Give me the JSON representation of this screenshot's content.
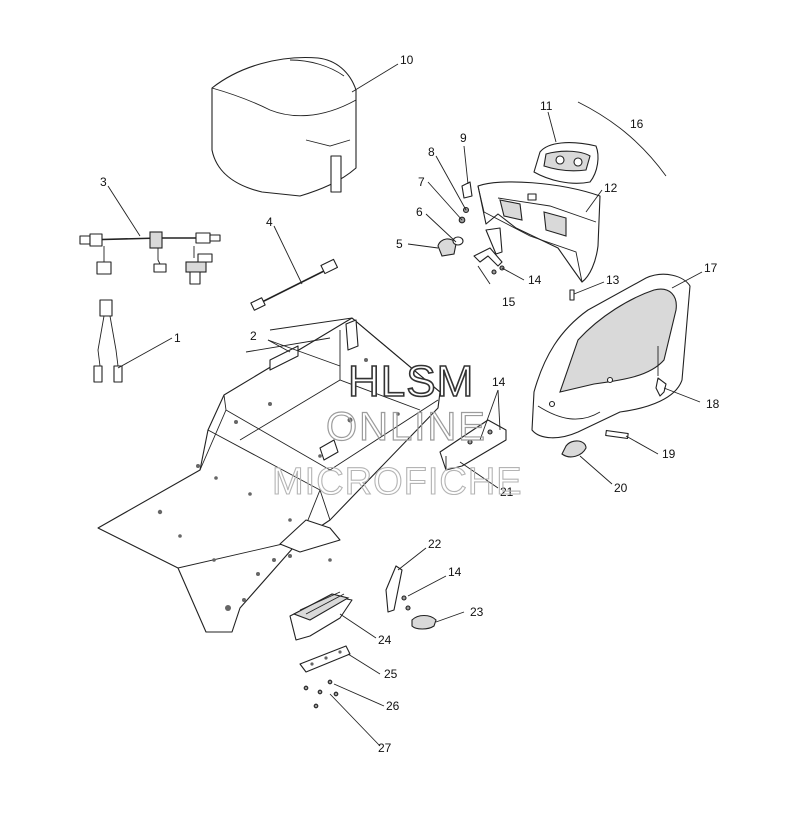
{
  "diagram": {
    "callouts": [
      {
        "id": "c1",
        "text": "1"
      },
      {
        "id": "c2",
        "text": "2"
      },
      {
        "id": "c3",
        "text": "3"
      },
      {
        "id": "c4",
        "text": "4"
      },
      {
        "id": "c5",
        "text": "5"
      },
      {
        "id": "c6",
        "text": "6"
      },
      {
        "id": "c7",
        "text": "7"
      },
      {
        "id": "c8",
        "text": "8"
      },
      {
        "id": "c9",
        "text": "9"
      },
      {
        "id": "c10",
        "text": "10"
      },
      {
        "id": "c11",
        "text": "11"
      },
      {
        "id": "c12",
        "text": "12"
      },
      {
        "id": "c13",
        "text": "13"
      },
      {
        "id": "c14a",
        "text": "14"
      },
      {
        "id": "c14b",
        "text": "14"
      },
      {
        "id": "c14c",
        "text": "14"
      },
      {
        "id": "c15",
        "text": "15"
      },
      {
        "id": "c16",
        "text": "16"
      },
      {
        "id": "c17",
        "text": "17"
      },
      {
        "id": "c18",
        "text": "18"
      },
      {
        "id": "c19",
        "text": "19"
      },
      {
        "id": "c20",
        "text": "20"
      },
      {
        "id": "c21",
        "text": "21"
      },
      {
        "id": "c22",
        "text": "22"
      },
      {
        "id": "c23",
        "text": "23"
      },
      {
        "id": "c24",
        "text": "24"
      },
      {
        "id": "c25",
        "text": "25"
      },
      {
        "id": "c26",
        "text": "26"
      },
      {
        "id": "c27",
        "text": "27"
      }
    ]
  },
  "watermark": {
    "line1": "HLSM",
    "line2": "ONLINE",
    "line3": "MICROFICHE"
  }
}
